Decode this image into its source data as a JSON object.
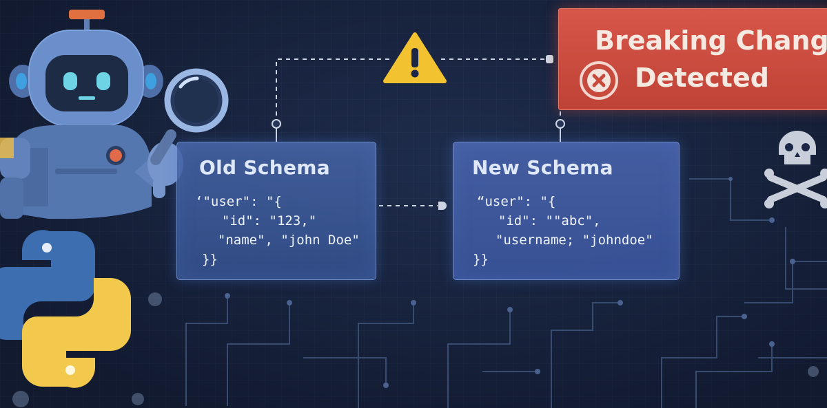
{
  "old_schema": {
    "title": "Old Schema",
    "lines": [
      "‘\"user\": \"{",
      "  \"id\": \"123,\"",
      "  \"name\", \"john Doe\"",
      "}}"
    ]
  },
  "new_schema": {
    "title": "New Schema",
    "lines": [
      "“user\": \"{",
      "  \"id\": \"\"abc\",",
      "  \"username; \"johndoe\"",
      "}}"
    ]
  },
  "alert": {
    "line1": "Breaking Change",
    "line2": "Detected"
  },
  "colors": {
    "background": "#1b2744",
    "card": "#4a67a8",
    "alert": "#cf4b3f",
    "warning": "#f2c230",
    "python_blue": "#3d6fb0",
    "python_yellow": "#f2c94c"
  },
  "icons": [
    "robot-icon",
    "magnifier-icon",
    "python-logo-icon",
    "warning-icon",
    "error-x-icon",
    "skull-crossbones-icon"
  ]
}
